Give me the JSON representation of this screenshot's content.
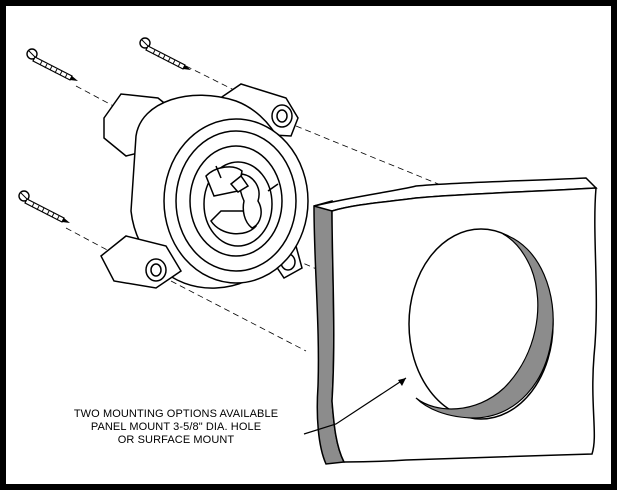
{
  "figure": {
    "caption_lines": [
      "TWO MOUNTING OPTIONS AVAILABLE",
      "PANEL MOUNT 3-5/8\" DIA.  HOLE",
      "OR SURFACE MOUNT"
    ],
    "colors": {
      "frame": "#000000",
      "background": "#ffffff",
      "line": "#000000",
      "hole_wall": "#8c8c8c",
      "panel_edge": "#8c8c8c",
      "body_shade": "#d9d9d9"
    },
    "icons": [
      "screw-icon",
      "mount-housing-icon",
      "panel-icon"
    ]
  }
}
